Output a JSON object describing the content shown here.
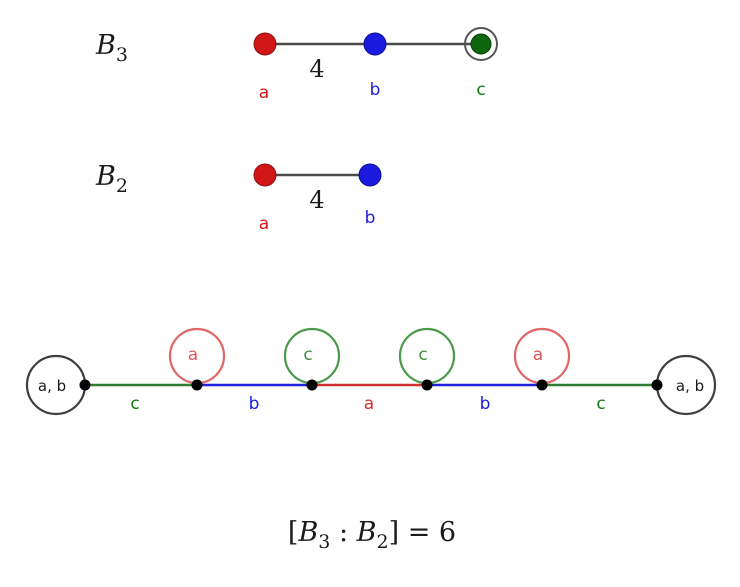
{
  "title": "Coxeter diagrams B3 and B2 with coset graph",
  "colors": {
    "red": "#d01616",
    "blue": "#1b1be0",
    "green": "#107a10",
    "dark_green": "#0d660d",
    "loop_red": "#e06666",
    "loop_green": "#4a9a4a",
    "gray": "#4a4a4a",
    "black": "#000000"
  },
  "b3": {
    "name_base": "B",
    "name_sub": "3",
    "edge_label": "4",
    "node_labels": [
      "a",
      "b",
      "c"
    ]
  },
  "b2": {
    "name_base": "B",
    "name_sub": "2",
    "edge_label": "4",
    "node_labels": [
      "a",
      "b"
    ]
  },
  "coset_graph": {
    "left_circle_label": "a, b",
    "right_circle_label": "a, b",
    "edges": [
      {
        "label": "c",
        "color": "green"
      },
      {
        "label": "b",
        "color": "blue"
      },
      {
        "label": "a",
        "color": "red"
      },
      {
        "label": "b",
        "color": "blue"
      },
      {
        "label": "c",
        "color": "green"
      }
    ],
    "loops": [
      {
        "label": "a",
        "color": "red"
      },
      {
        "label": "c",
        "color": "green"
      },
      {
        "label": "c",
        "color": "green"
      },
      {
        "label": "a",
        "color": "red"
      }
    ]
  },
  "formula": {
    "open_bracket": "[",
    "group_base": "B",
    "group_sub": "3",
    "colon": " : ",
    "subgroup_base": "B",
    "subgroup_sub": "2",
    "close_equals": "] = 6"
  }
}
